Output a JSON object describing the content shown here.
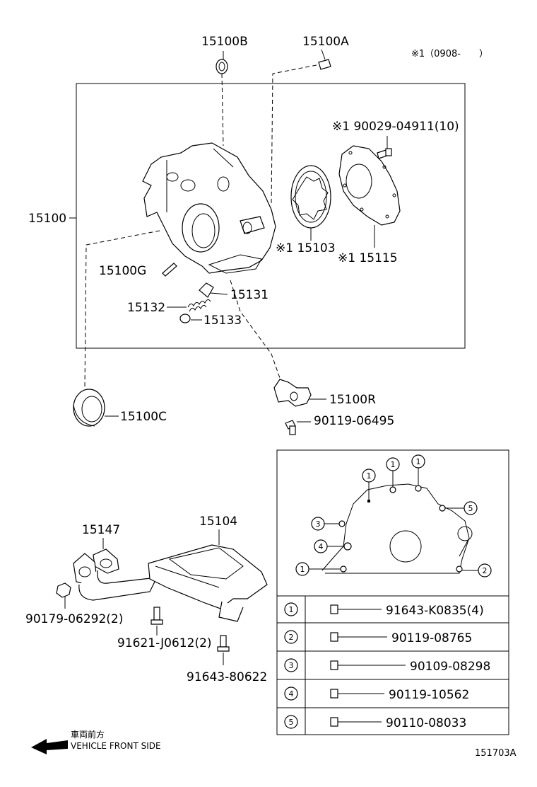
{
  "diagram": {
    "code": "151703A",
    "note": "※1（0908-　　）",
    "direction": {
      "jp": "車両前方",
      "en": "VEHICLE FRONT SIDE"
    },
    "labels": {
      "l15100B": "15100B",
      "l15100A": "15100A",
      "l15100": "15100",
      "l900290": "※1 90029-04911(10)",
      "l15103": "※1 15103",
      "l15115": "※1 15115",
      "l15100G": "15100G",
      "l15131": "15131",
      "l15132": "15132",
      "l15133": "15133",
      "l15100C": "15100C",
      "l15100R": "15100R",
      "l90119a": "90119-06495",
      "l15147": "15147",
      "l15104": "15104",
      "l90179": "90179-06292(2)",
      "l91621": "91621-J0612(2)",
      "l91643": "91643-80622"
    },
    "bolt_table": [
      {
        "num": "1",
        "part": "91643-K0835(4)"
      },
      {
        "num": "2",
        "part": "90119-08765"
      },
      {
        "num": "3",
        "part": "90109-08298"
      },
      {
        "num": "4",
        "part": "90119-10562"
      },
      {
        "num": "5",
        "part": "90110-08033"
      }
    ],
    "callouts": [
      "1",
      "1",
      "1",
      "5",
      "3",
      "4",
      "1",
      "2"
    ]
  }
}
